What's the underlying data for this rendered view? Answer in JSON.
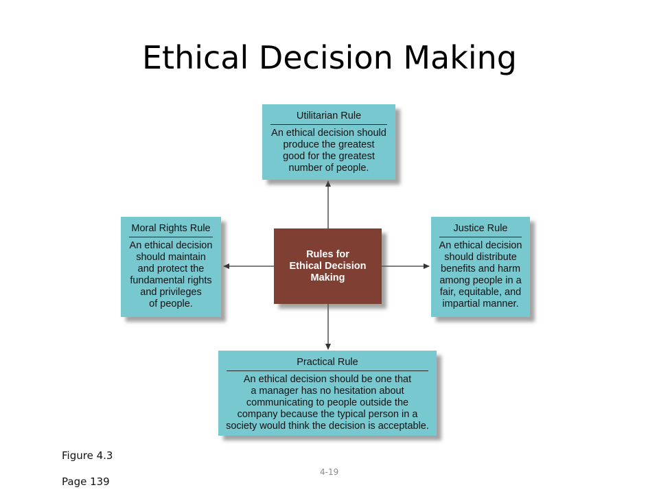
{
  "slide": {
    "title": "Ethical Decision Making",
    "figure_label": "Figure 4.3",
    "page_label": "Page 139",
    "slide_number": "4-19"
  },
  "diagram": {
    "center": {
      "label": "Rules for\nEthical Decision\nMaking"
    },
    "boxes": {
      "utilitarian": {
        "title": "Utilitarian Rule",
        "body": "An ethical decision should\nproduce the greatest\ngood for the greatest\nnumber of people."
      },
      "moral_rights": {
        "title": "Moral Rights Rule",
        "body": "An ethical decision\nshould maintain\nand protect the\nfundamental rights\nand privileges\nof people."
      },
      "justice": {
        "title": "Justice Rule",
        "body": "An ethical decision\nshould distribute\nbenefits and harm\namong people in a\nfair, equitable, and\nimpartial manner."
      },
      "practical": {
        "title": "Practical Rule",
        "body": "An ethical decision should be one that\na manager has no hesitation about\ncommunicating to people outside the\ncompany because the typical person in a\nsociety would think the decision is acceptable."
      }
    },
    "colors": {
      "box_bg": "#78c8cf",
      "center_bg": "#7f3f33",
      "arrow": "#333333"
    }
  }
}
